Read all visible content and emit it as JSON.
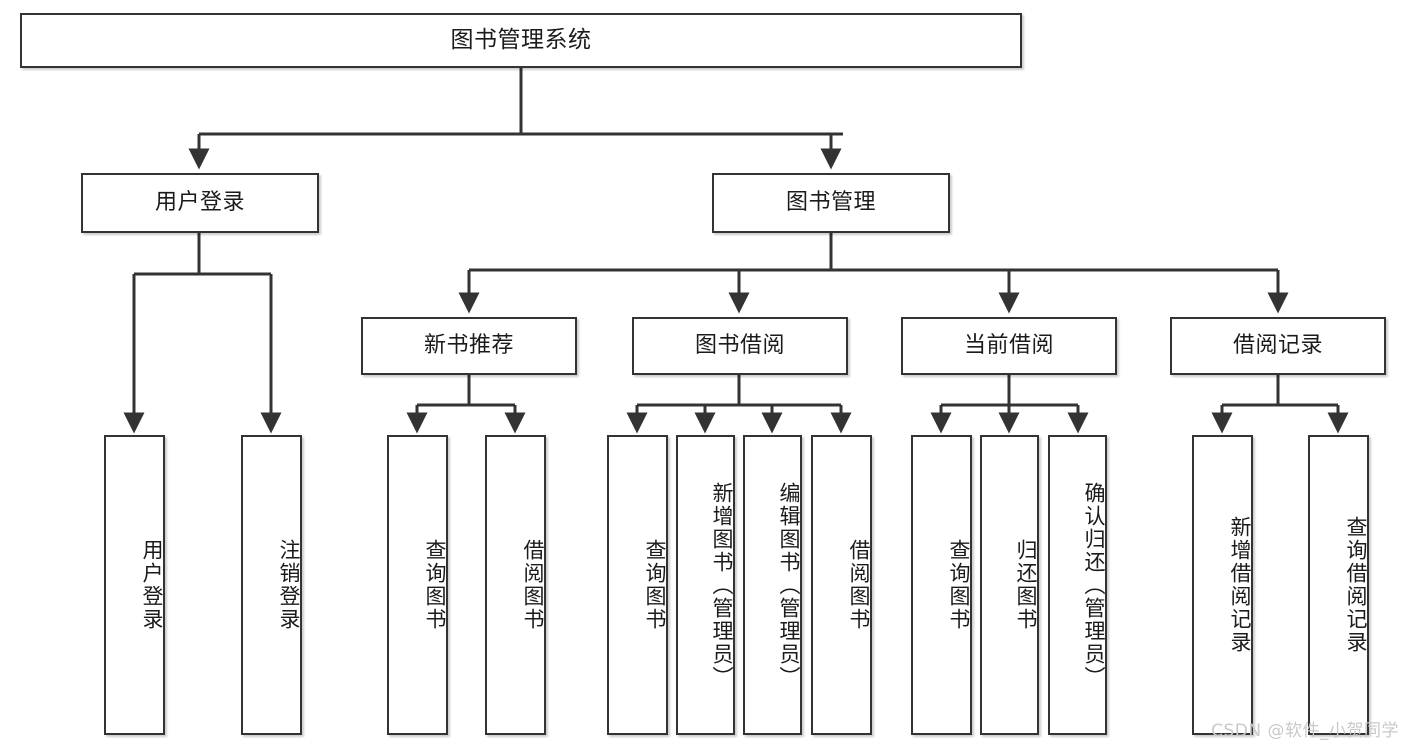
{
  "diagram": {
    "title_box": {
      "label": "图书管理系统"
    },
    "level2": [
      {
        "id": "user-login",
        "label": "用户登录"
      },
      {
        "id": "book-manage",
        "label": "图书管理"
      }
    ],
    "level3": [
      {
        "id": "new-book-recommend",
        "label": "新书推荐"
      },
      {
        "id": "book-borrow",
        "label": "图书借阅"
      },
      {
        "id": "current-borrow",
        "label": "当前借阅"
      },
      {
        "id": "borrow-record",
        "label": "借阅记录"
      }
    ],
    "leaves": [
      {
        "id": "leaf-user-login",
        "label": "用户登录"
      },
      {
        "id": "leaf-logout-login",
        "label": "注销登录"
      },
      {
        "id": "leaf-query-book-1",
        "label": "查询图书"
      },
      {
        "id": "leaf-borrow-book-1",
        "label": "借阅图书"
      },
      {
        "id": "leaf-query-book-2",
        "label": "查询图书"
      },
      {
        "id": "leaf-add-book-admin",
        "label": "新增图书（管理员）"
      },
      {
        "id": "leaf-edit-book-admin",
        "label": "编辑图书（管理员）"
      },
      {
        "id": "leaf-borrow-book-2",
        "label": "借阅图书"
      },
      {
        "id": "leaf-query-book-3",
        "label": "查询图书"
      },
      {
        "id": "leaf-return-book",
        "label": "归还图书"
      },
      {
        "id": "leaf-confirm-return-admin",
        "label": "确认归还（管理员）"
      },
      {
        "id": "leaf-add-borrow-record",
        "label": "新增借阅记录"
      },
      {
        "id": "leaf-query-borrow-record",
        "label": "查询借阅记录"
      }
    ],
    "watermark": "CSDN @软件_小贺同学",
    "colors": {
      "border": "#333333",
      "text": "#1b1b1b",
      "background": "#ffffff",
      "connector": "#333333",
      "watermark": "#c9c9c9"
    }
  }
}
